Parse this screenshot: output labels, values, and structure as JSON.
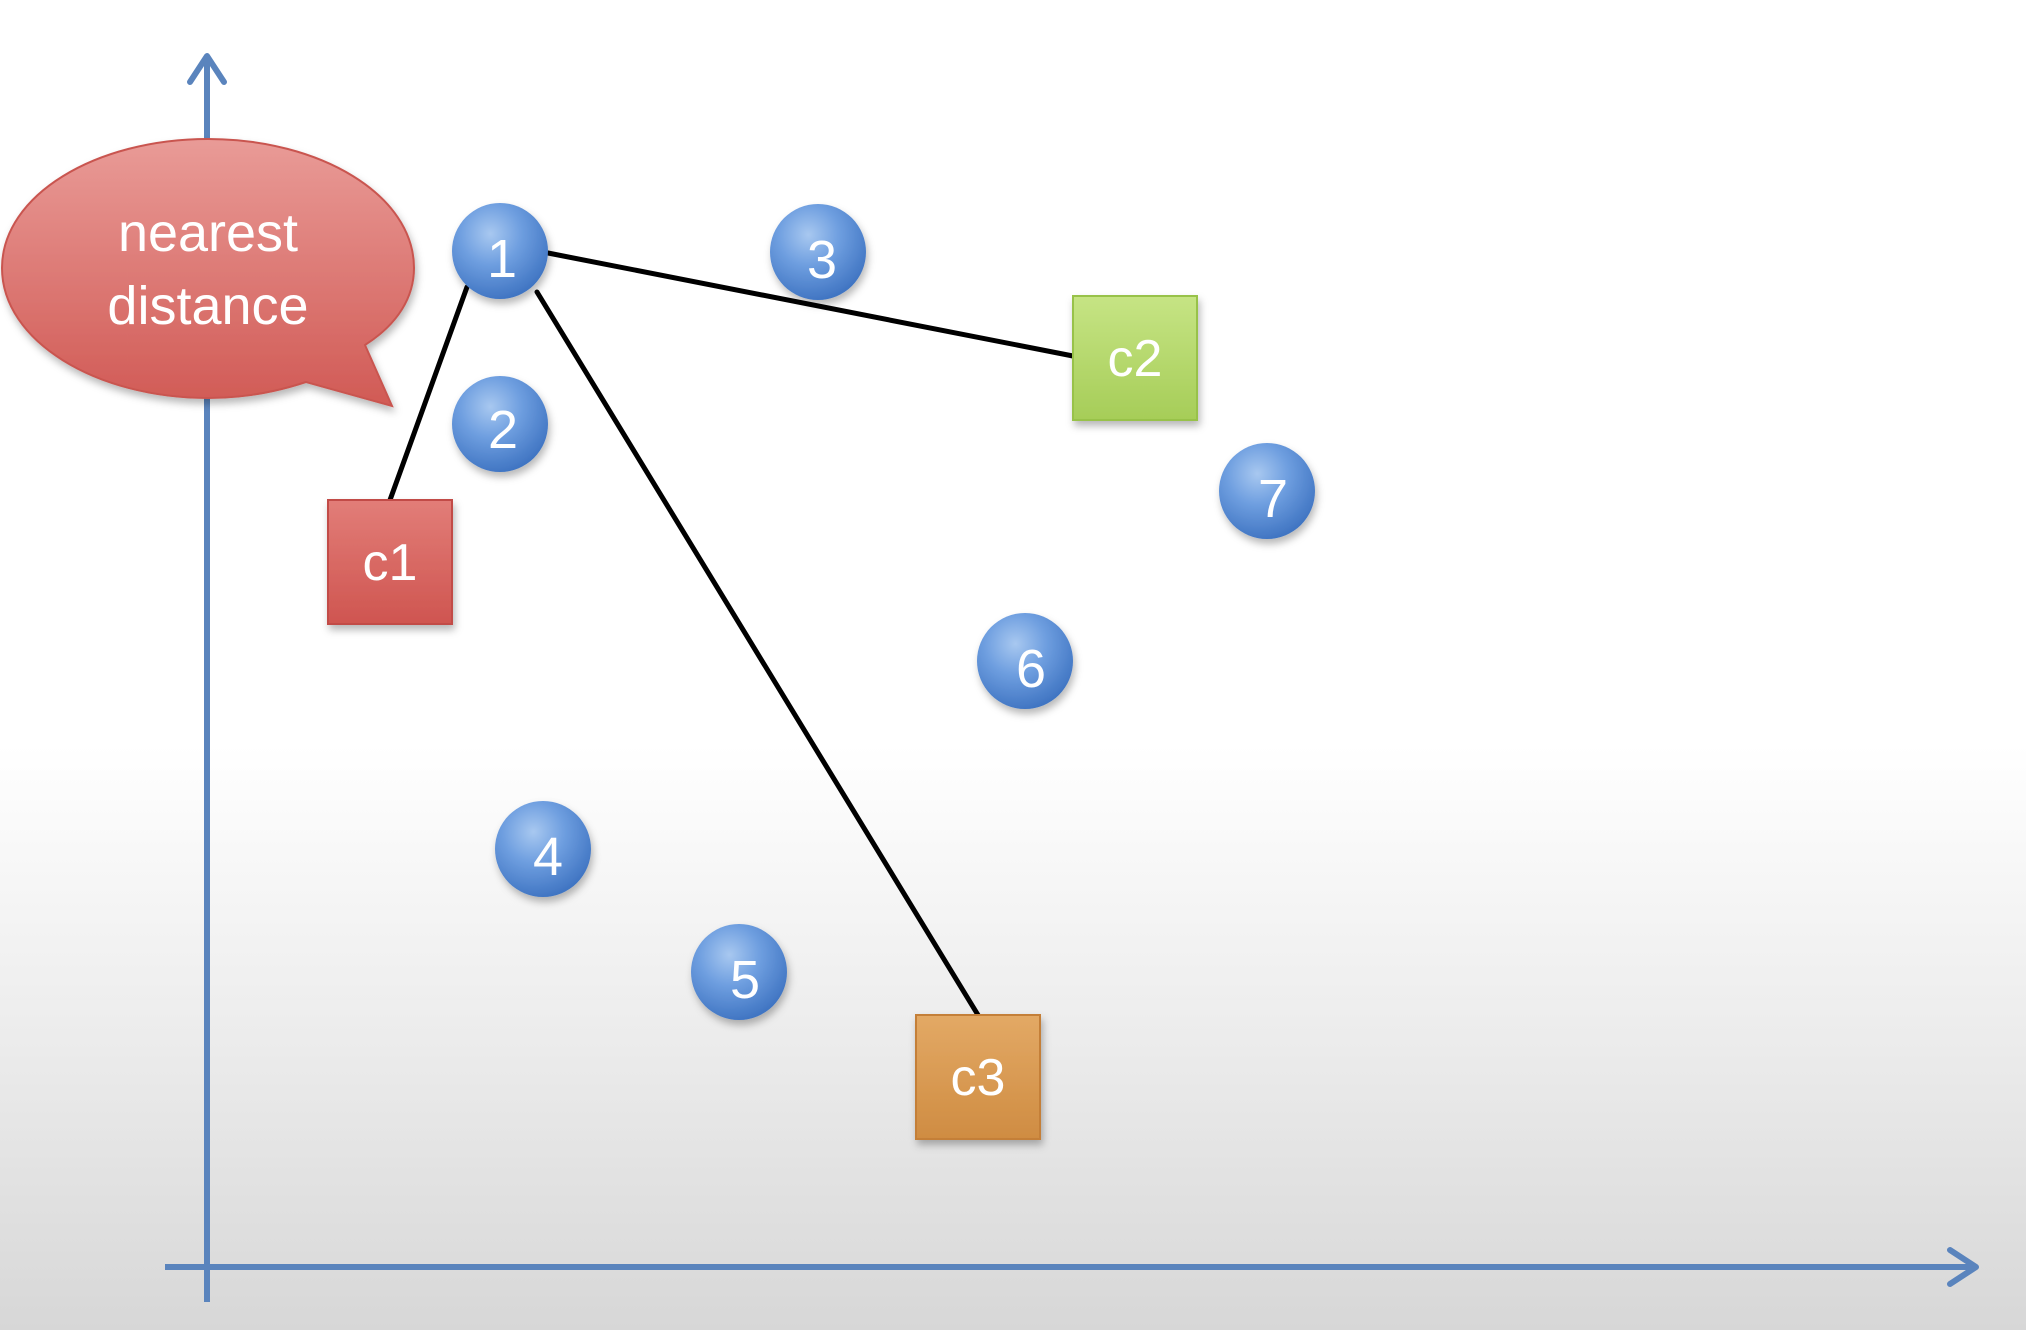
{
  "callout": {
    "lines": [
      "nearest",
      "distance"
    ],
    "color": "#d9625d"
  },
  "points": [
    {
      "label": "1"
    },
    {
      "label": "2"
    },
    {
      "label": "3"
    },
    {
      "label": "4"
    },
    {
      "label": "5"
    },
    {
      "label": "6"
    },
    {
      "label": "7"
    }
  ],
  "centroids": [
    {
      "label": "c1",
      "color": "#d9625d"
    },
    {
      "label": "c2",
      "color": "#b5d866"
    },
    {
      "label": "c3",
      "color": "#db9a50"
    }
  ],
  "colors": {
    "axis": "#5a84bd",
    "point": "#4f86d0",
    "line": "#000000"
  }
}
